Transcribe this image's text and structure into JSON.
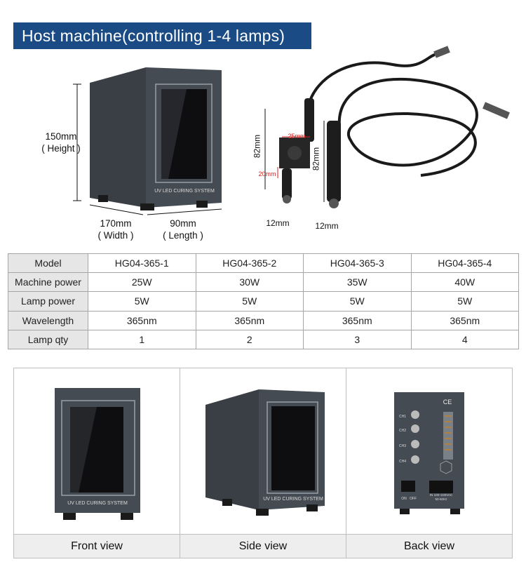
{
  "banner": {
    "title": "Host machine(controlling 1-4 lamps)"
  },
  "diagram": {
    "height_label": "150mm",
    "height_sub": "( Height )",
    "width_label": "170mm",
    "width_sub": "( Width )",
    "length_label": "90mm",
    "length_sub": "( Length )",
    "device_text": "UV LED CURING SYSTEM",
    "lamp_a_height": "82mm",
    "lamp_a_diameter": "12mm",
    "lamp_a_block_w": "25mm",
    "lamp_a_block_h": "20mm",
    "lamp_b_height": "82mm",
    "lamp_b_diameter": "12mm"
  },
  "spec_table": {
    "rows": [
      {
        "head": "Model",
        "values": [
          "HG04-365-1",
          "HG04-365-2",
          "HG04-365-3",
          "HG04-365-4"
        ]
      },
      {
        "head": "Machine power",
        "values": [
          "25W",
          "30W",
          "35W",
          "40W"
        ]
      },
      {
        "head": "Lamp power",
        "values": [
          "5W",
          "5W",
          "5W",
          "5W"
        ]
      },
      {
        "head": "Wavelength",
        "values": [
          "365nm",
          "365nm",
          "365nm",
          "365nm"
        ]
      },
      {
        "head": "Lamp qty",
        "values": [
          "1",
          "2",
          "3",
          "4"
        ]
      }
    ]
  },
  "views": {
    "front": {
      "caption": "Front view",
      "device_text": "UV LED CURING SYSTEM"
    },
    "side": {
      "caption": "Side view",
      "device_text": "UV LED CURING SYSTEM"
    },
    "back": {
      "caption": "Back view",
      "ce_mark": "CE",
      "channels": [
        "CH1",
        "CH2",
        "CH3",
        "CH4"
      ],
      "switch_on": "ON",
      "switch_off": "OFF",
      "power_text_1": "IN 100~240VAC",
      "power_text_2": "50-60Hz"
    }
  }
}
